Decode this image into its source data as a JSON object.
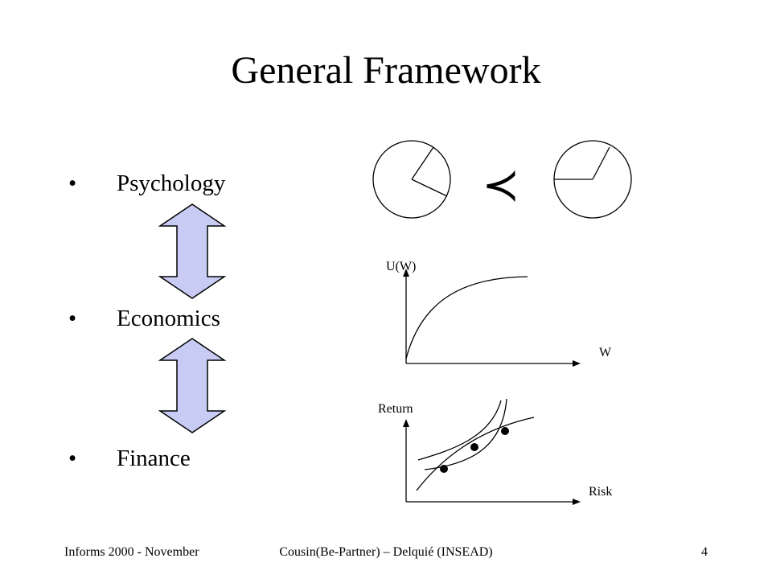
{
  "title": "General Framework",
  "bullets": [
    "Psychology",
    "Economics",
    "Finance"
  ],
  "bullet_glyph": "•",
  "comparison_symbol": "≺",
  "utility_graph": {
    "y_label": "U(W)",
    "x_label": "W"
  },
  "risk_return_graph": {
    "y_label": "Return",
    "x_label": "Risk"
  },
  "footer": {
    "left": "Informs 2000 - November",
    "center": "Cousin(Be-Partner) – Delquié (INSEAD)",
    "page_number": "4"
  },
  "colors": {
    "arrow_fill": "#c8ccf5",
    "stroke": "#000000"
  }
}
